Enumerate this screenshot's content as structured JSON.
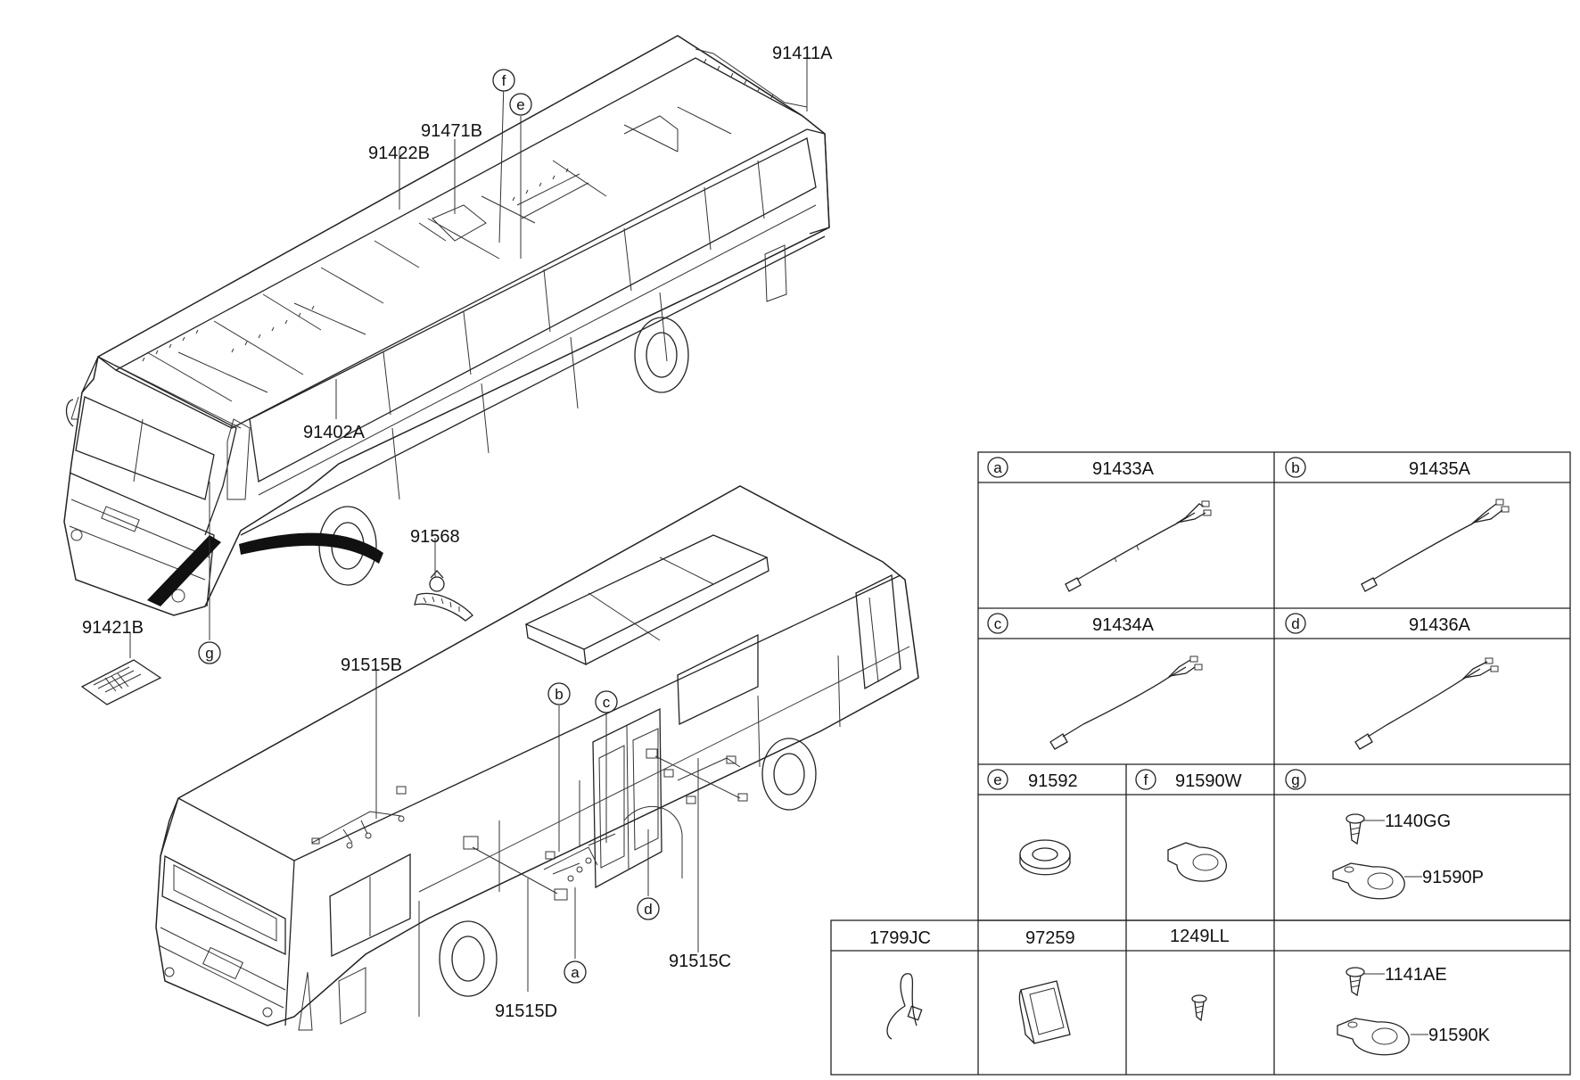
{
  "callouts": {
    "p91411A": "91411A",
    "p91471B": "91471B",
    "p91422B": "91422B",
    "p91402A": "91402A",
    "p91568": "91568",
    "p91421B": "91421B",
    "p91515B": "91515B",
    "p91515C": "91515C",
    "p91515D": "91515D"
  },
  "markers": {
    "e": "e",
    "f": "f",
    "g": "g",
    "a": "a",
    "b": "b",
    "c": "c",
    "d": "d"
  },
  "table": {
    "a": {
      "letter": "a",
      "part": "91433A"
    },
    "b": {
      "letter": "b",
      "part": "91435A"
    },
    "c": {
      "letter": "c",
      "part": "91434A"
    },
    "d": {
      "letter": "d",
      "part": "91436A"
    },
    "e": {
      "letter": "e",
      "part": "91592"
    },
    "f": {
      "letter": "f",
      "part": "91590W"
    },
    "g": {
      "letter": "g",
      "screw": "1140GG",
      "clip": "91590P"
    },
    "bottom": {
      "c1": "1799JC",
      "c2": "97259",
      "c3": "1249LL",
      "screw": "1141AE",
      "clip": "91590K"
    }
  }
}
